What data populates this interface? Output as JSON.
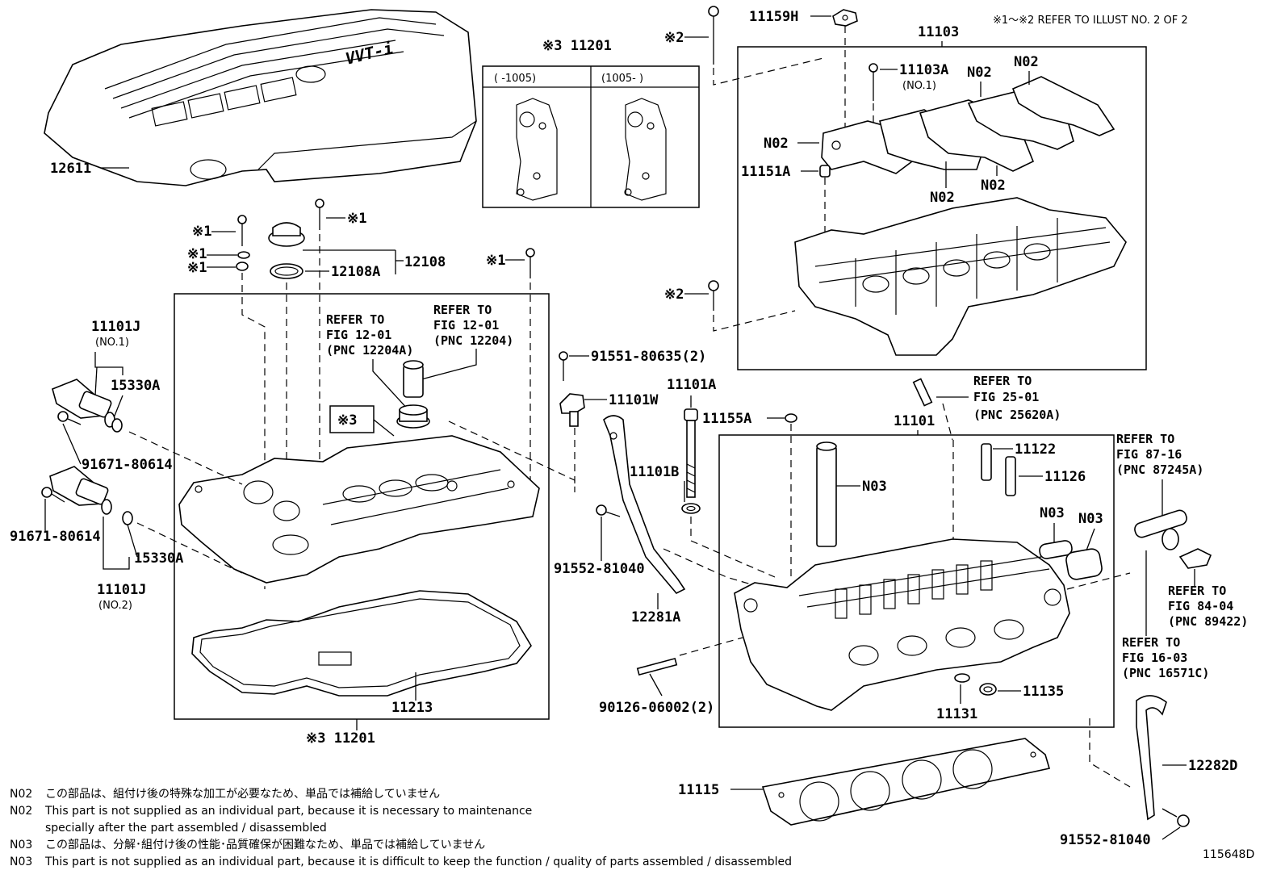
{
  "header_note": "※1～※2  REFER TO ILLUST NO. 2 OF 2",
  "illustration_number": "115648D",
  "inset_box": {
    "title": "※3 11201",
    "col_left": "(     -1005)",
    "col_right": "(1005-     )"
  },
  "labels": {
    "p12611": "12611",
    "p11201_top": "※3 11201",
    "p11201_bottom": "※3 11201",
    "p12108": "12108",
    "p12108A": "12108A",
    "p11101J_1": "11101J",
    "p11101J_1_sub": "(NO.1)",
    "p15330A_1": "15330A",
    "p91671_1": "91671-80614",
    "p91671_2": "91671-80614",
    "p15330A_2": "15330A",
    "p11101J_2": "11101J",
    "p11101J_2_sub": "(NO.2)",
    "p11213": "11213",
    "ref3_box": "※3",
    "p91551": "91551-80635(2)",
    "p11101W": "11101W",
    "p11101A": "11101A",
    "p11101B": "11101B",
    "p91552_1": "91552-81040",
    "p12281A": "12281A",
    "p90126": "90126-06002(2)",
    "p11155A": "11155A",
    "p11101": "11101",
    "p11122": "11122",
    "p11126": "11126",
    "pN03_a": "N03",
    "pN03_b": "N03",
    "pN03_c": "N03",
    "p11131": "11131",
    "p11135": "11135",
    "p11115": "11115",
    "p12282D": "12282D",
    "p91552_2": "91552-81040",
    "p11159H": "11159H",
    "p11103": "11103",
    "p11103A": "11103A",
    "p11103A_sub": "(NO.1)",
    "pN02_a": "N02",
    "pN02_b": "N02",
    "pN02_c": "N02",
    "pN02_d": "N02",
    "pN02_e": "N02",
    "p11151A": "11151A",
    "mark1_a": "※1",
    "mark1_b": "※1",
    "mark1_c": "※1",
    "mark1_d": "※1",
    "mark1_e": "※1",
    "mark2_a": "※2",
    "mark2_b": "※2"
  },
  "references": {
    "ref_12204A": [
      "REFER TO",
      "FIG 12-01",
      "(PNC 12204A)"
    ],
    "ref_12204": [
      "REFER TO",
      "FIG 12-01",
      "(PNC 12204)"
    ],
    "ref_25620A": [
      "REFER TO",
      "FIG 25-01",
      "(PNC 25620A)"
    ],
    "ref_87245A": [
      "REFER TO",
      "FIG 87-16",
      "(PNC 87245A)"
    ],
    "ref_89422": [
      "REFER TO",
      "FIG 84-04",
      "(PNC 89422)"
    ],
    "ref_16571C": [
      "REFER TO",
      "FIG 16-03",
      "(PNC 16571C)"
    ]
  },
  "notes": [
    {
      "code": "N02",
      "text": "この部品は、組付け後の特殊な加工が必要なため、単品では補給していません"
    },
    {
      "code": "N02",
      "text": "This part is not supplied as an individual part, because it is necessary to maintenance"
    },
    {
      "code": "",
      "text": "specially after the part assembled / disassembled"
    },
    {
      "code": "N03",
      "text": "この部品は、分解･組付け後の性能･品質確保が困難なため、単品では補給していません"
    },
    {
      "code": "N03",
      "text": "This part is not supplied as an individual part, because it is difficult to keep the function / quality of parts  assembled / disassembled"
    }
  ]
}
